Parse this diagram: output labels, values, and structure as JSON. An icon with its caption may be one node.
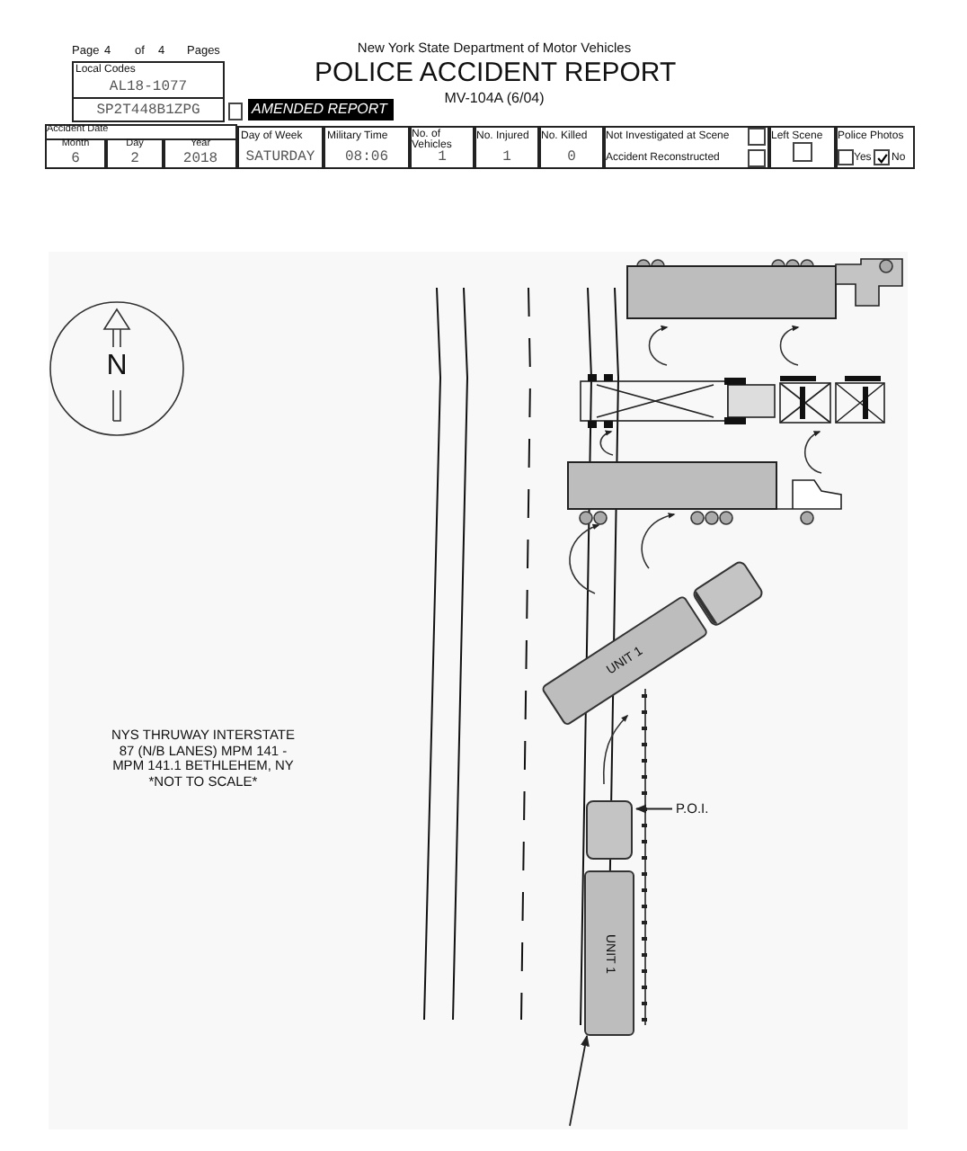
{
  "diagram": {
    "title": "POLICE ACCIDENT REPORT",
    "nodes": [
      {
        "text": [
          "P.O.I."
        ]
      },
      {
        "text": [
          "UNIT 1"
        ]
      },
      {
        "text": [
          "UNIT 1"
        ]
      }
    ],
    "edges": [
      {
        "from": 0,
        "to": 2,
        "arrow": "to"
      },
      {
        "from": null,
        "to": 2,
        "arrow": "to"
      }
    ],
    "labels": [
      "Page",
      "4",
      "of",
      "4",
      "Pages",
      "Local Codes",
      "AL18-1077",
      "SP2T448B1ZPG",
      "AMENDED REPORT",
      "New York State Department of Motor Vehicles",
      "MV-104A (6/04)",
      "Accident Date",
      "Month",
      "Day",
      "Year",
      "6",
      "2",
      "2018",
      "Day of Week",
      "Military Time",
      "No. of Vehicles",
      "No. Injured",
      "No. Killed",
      "Not Investigated at Scene",
      "Accident Reconstructed",
      "Left Scene",
      "Police Photos",
      "SATURDAY",
      "08:06",
      "1",
      "1",
      "0",
      "Yes",
      "No",
      "N",
      "NYS THRUWAY INTERSTATE 87 (N/B LANES) MPM 141 - MPM 141.1 BETHLEHEM, NY *NOT TO SCALE*"
    ]
  }
}
